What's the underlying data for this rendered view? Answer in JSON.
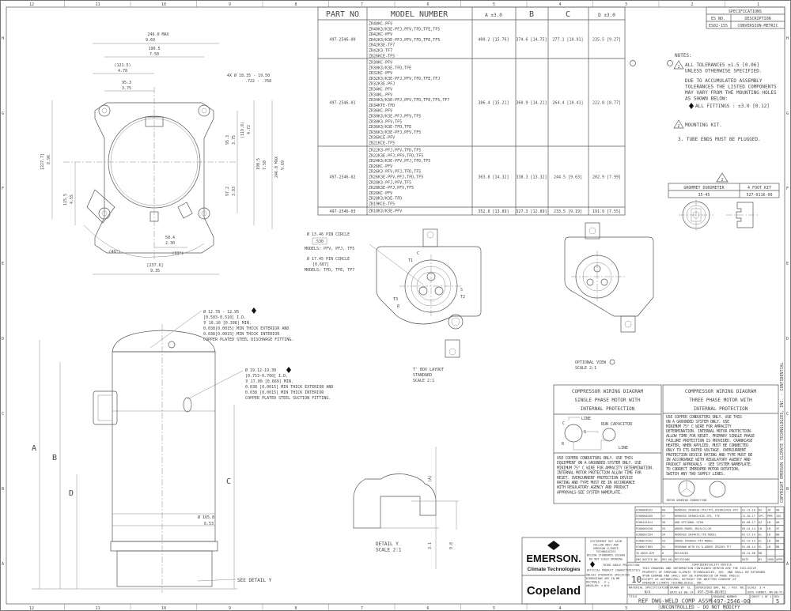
{
  "frame": {
    "columns": [
      "12",
      "11",
      "10",
      "9",
      "8",
      "7",
      "6",
      "5",
      "4",
      "3",
      "2",
      "1"
    ],
    "rows": [
      "H",
      "G",
      "F",
      "E",
      "D",
      "C",
      "B",
      "A"
    ],
    "side_text": "COPYRIGHT EMERSON CLIMATE TECHNOLOGIES, INC. - CONFIDENTIAL",
    "footer": "UNCONTROLLED - DO NOT MODIFY"
  },
  "model_table": {
    "headers": [
      "PART NO",
      "MODEL NUMBER",
      "A ±3.0",
      "B",
      "C",
      "D ±3.0"
    ],
    "rows": [
      {
        "part": "497-2546-00",
        "models": [
          "ZR40KC-PFV",
          "ZR40K3/K3E-PFJ,PFV,TFD,TFE,TF5",
          "ZR42KC-PFV",
          "ZR42K3/K3E-PFJ,PFV,TFD,TFE,TF5",
          "ZR42K3E-TF7",
          "ZR42K3-TF7",
          "ZB26KCE-TF5"
        ],
        "a": "400.2 [15.76]",
        "b": "374.6 [14.75]",
        "c": "277.1 [10.91]",
        "d": "235.5 [9.27]"
      },
      {
        "part": "497-2546-01",
        "models": [
          "ZR30KC-PFV",
          "ZR30K3/K3E-TFD,TFE",
          "ZR32KC-PFV",
          "ZR32K3/K3E-PFJ,PFV,TFD,TFE,TFJ",
          "ZR32K3E-PFJ",
          "ZR34KC-PFV",
          "ZR34KL-PFV",
          "ZR34K3/K3E-PFJ,PFV,TFD,TFE,TF5,TF7",
          "ZR34KTE-TFD",
          "ZR36KC-PFV",
          "ZR30K3/K3E-PFJ,PFV,TF5",
          "ZR30K3-PFV,TF5",
          "ZR36K3/K3E-TFD,TFE",
          "ZR36K3/K3E-PFJ,PFV,TF5",
          "ZR36KCE-PFV",
          "ZB21KCE-TF5"
        ],
        "a": "386.4 [15.21]",
        "b": "360.9 [14.21]",
        "c": "264.4 [10.41]",
        "d": "222.8 [8.77]"
      },
      {
        "part": "497-2546-02",
        "models": [
          "ZR22K3-PFJ,PFV,TFD,TF5",
          "ZR22K3E-PFJ,PFV,TFD,TF5",
          "ZR24K3/K3E-PFV,PFJ,TFD,TF5",
          "ZR26KC-PFV",
          "ZR26K3-PFV,PFJ,TFD,TF5",
          "ZR26K3E-PFV,PFJ,TFD,TF5",
          "ZR28K3-PFJ,PFV,TF5",
          "ZR28K3E-PFJ,PFV,TF5",
          "ZR28KC-PFV",
          "ZR28K3/K3E-TFD",
          "ZB19KCE-TF5"
        ],
        "a": "363.8 [14.32]",
        "b": "338.3 [13.32]",
        "c": "244.5 [9.63]",
        "d": "202.9 [7.99]"
      },
      {
        "part": "497-2546-03",
        "models": [
          "ZR18K3/K3E-PFV"
        ],
        "a": "352.8 [13.89]",
        "b": "327.3 [12.89]",
        "c": "233.5 [9.19]",
        "d": "191.9 [7.55]"
      }
    ]
  },
  "specs": {
    "title": "SPECIFICATIONS",
    "col1": "ES NO.",
    "col2": "DESCRIPTION",
    "es_no": "ES02-155",
    "description": "CONVERSION-METRIC"
  },
  "notes": {
    "title": "NOTES:",
    "n1": [
      "ALL TOLERANCES ±1.5 [0.06]",
      "UNLESS OTHERWISE SPECIFIED."
    ],
    "n1b": [
      "DUE TO ACCUMULATED ASSEMBLY",
      "TOLERANCES THE LISTED COMPONENTS",
      "MAY VARY FROM THE MOUNTING HOLES",
      "AS SHOWN BELOW:"
    ],
    "fittings": "ALL FITTINGS  :  ±3.0 [0.12]",
    "n2": "MOUNTING KIT.",
    "n3": "3. TUBE ENDS MUST BE PLUGGED.",
    "tri1": "1",
    "tri2": "2"
  },
  "grommet": {
    "h1": "GROMMET DUROMETER",
    "h2": "4 FOOT KIT",
    "v1": "35-45",
    "v2": "527-0116-00"
  },
  "top_view": {
    "dims": [
      "246.0  MAX",
      "9.69",
      "190.5",
      "7.50",
      "(121.5)",
      "4.78",
      "95.3",
      "3.75",
      "4X  Ø 18.35 - 19.50",
      ".722 - .768",
      "[227.7]",
      "8.96",
      "115.5",
      "4.55",
      "95.3",
      "3.75",
      "(119.8)",
      "4.72",
      "97.2",
      "3.83",
      "190.5",
      "7.50",
      "246.0  MAX",
      "9.69",
      "58.4",
      "2.30",
      "(49°)",
      "(31°)",
      "[237.6]",
      "9.35"
    ]
  },
  "fittings": {
    "discharge": [
      "Ø 12.78 - 12.95",
      "[0.503-0.510] I.D.",
      "⊽ 10.10 [0.398] MIN.",
      "0.038[0.0015] MIN THICK EXTERIOR AND",
      "0.038[0.0015] MIN THICK INTERIOR",
      "COPPER PLATED STEEL DISCHARGE FITTING."
    ],
    "suction": [
      "Ø 19.12-19.30",
      "[0.753-0.760] I.D.",
      "⊽ 17.00 [0.669] MIN.",
      "0.038 [0.0015] MIN THICK EXTERIOR AND",
      "0.038 [0.0015] MIN THICK INTERIOR",
      "COPPER PLATED STEEL SUCTION FITTING."
    ]
  },
  "side_view": {
    "a": "A",
    "b": "B",
    "c": "C",
    "d": "D",
    "base_dim": "Ø 165.8",
    "base_dim_in": "6.53",
    "see_detail": "SEE DETAIL  Y"
  },
  "tbox": {
    "pin1": [
      "Ø 13.46  PIN CIRCLE",
      ".530",
      "MODELS: PFV, PFJ, TF5"
    ],
    "pin2": [
      "Ø 17.45  PIN CIRCLE",
      "[0.687]",
      "MODELS: TFD, TFE, TF7"
    ],
    "terminals": [
      "T1",
      "C",
      "S",
      "T2",
      "T3",
      "R"
    ],
    "caption": [
      "T' BOX LAYOUT",
      "STANDARD",
      "SCALE  2:1"
    ],
    "optional": [
      "OPTIONAL VIEW",
      "SCALE 2:1"
    ]
  },
  "detail_y": {
    "a": "(A)",
    "caption": [
      "DETAIL  Y",
      "SCALE 2:1"
    ],
    "d1": "3.1",
    "d2": "9.8"
  },
  "wiring_single": {
    "title": [
      "COMPRESSOR WIRING DIAGRAM",
      "SINGLE PHASE MOTOR WITH",
      "INTERNAL PROTECTION"
    ],
    "line1": "LINE",
    "cap": "RUN CAPACITOR",
    "line2": "LINE",
    "c": "C",
    "s": "S",
    "r": "R",
    "text": [
      "USE COPPER CONDUCTORS ONLY.  USE THIS",
      "EQUIPMENT ON A GROUNDED SYSTEM ONLY. USE",
      "MINIMUM 75° C WIRE FOR AMPACITY DETERMINATION.",
      "INTERNAL MOTOR PROTECTION ALLOW TIME FOR",
      "RESET.  OVERCURRENT PROTECTION DEVICE",
      "RATING AND TYPE MUST BE IN ACCORDANCE",
      "WITH REGULATORY AGENCY AND PRODUCT",
      "APPROVALS-SEE SYSTEM NAMEPLATE."
    ]
  },
  "wiring_three": {
    "title": [
      "COMPRESSOR WIRING DIAGRAM",
      "THREE PHASE MOTOR WITH",
      "INTERNAL PROTECTION"
    ],
    "text": [
      "USE COPPER CONDUCTORS ONLY.  USE THIS",
      "ON A GROUNDED SYSTEM ONLY.  USE",
      "MINIMUM 75° C WIRE FOR AMPACITY",
      "DETERMINATION.  INTERNAL MOTOR PROTECTION-",
      "ALLOW TIME FOR RESET.  PRIMARY SINGLE PHASE",
      "FAILURE PROTECTION IS PROVIDED.  CRANKCASE",
      "HEATER, WHEN APPLIED, MUST BE CONNECTED",
      "ONLY TO ITS RATED VOLTAGE.  OVERCURRENT",
      "PROTECTION DEVICE RATING AND TYPE MUST BE",
      "IN ACCORDANCE WITH REGULATORY AGENCY AND",
      "PRODUCT APPROVALS - SEE SYSTEM NAMEPLATE.",
      "TO CORRECT IMPROPER MOTOR ROTATION,",
      "SWITCH ANY TWO SUPPLY LINES."
    ],
    "motor_label": "MOTOR WINDING CONNECTION"
  },
  "revisions": {
    "rows": [
      [
        "ECN0088162",
        "60",
        "REMOVED ZR36K3E-PFV/TF5,ZR26K3/K3E-PFV",
        "01-13-18",
        "RZ",
        "JH",
        "AB"
      ],
      [
        "ECN0086209",
        "57",
        "REMOVED ZR30K3/K3E-TFD, TFE",
        "11-30-17",
        "SPC",
        "PRM",
        "JAS"
      ],
      [
        "ECN0101014",
        "56",
        "ADD OPTIONAL VIEW",
        "02-08-17",
        "AZ",
        "LB",
        "AB"
      ],
      [
        "ECN0069250",
        "55",
        "ADDED MODEL ZB19/21/26",
        "03-24-14",
        "LB",
        "LB",
        "VE"
      ],
      [
        "ECN0067394",
        "54",
        "REMOVED ZR34KTE-TFD MODEL",
        "01-17-14",
        "EL",
        "LB",
        "BB"
      ],
      [
        "ECN0074182",
        "53",
        "ADDED ZR36KCE-PFV MODEL",
        "01-13-14",
        "EL",
        "LB",
        "BB"
      ],
      [
        "ECN0077803",
        "52",
        "REDRAWN WITH KX & ADDED ZR42K3-TF7",
        "01-08-14",
        "EL",
        "LB",
        "BB"
      ],
      [
        "32-0003-029",
        "0",
        "RELEASED",
        "03-24-08",
        "RB",
        "",
        ""
      ]
    ],
    "headers": [
      "ENG NOTICE NO.",
      "REV.NO.",
      "REVISIONS",
      "DATE",
      "BY",
      "CHKD",
      "APPR"
    ]
  },
  "title_block": {
    "brand": "EMERSON.",
    "brand_sub": "Climate Technologies",
    "brand2": "Copeland",
    "std": [
      "SYSTEMPREF REF ASSM",
      "FOLLOW ANSI AND",
      "EMERSON CLIMATE",
      "TECHNOLOGIES",
      "DESIGN STANDARDS DS2000"
    ],
    "no_scale": "DO NOT SCALE DRAWING",
    "crit": "OFFICIAL PRODUCT CHARACTERISTICS",
    "third": "THIRD ANGLE PROJECTION",
    "tol": [
      "UNLESS OTHERWISE SPECIFIED",
      "DIMENSIONS ARE IN MM",
      "DECIMALS: .X ±",
      "ANGULAR: ± N/A"
    ],
    "conf_title": "CONFIDENTIALITY NOTICE",
    "conf_num": "10",
    "conf": [
      "THIS DRAWING AND INFORMATION CONTAINED HEREIN ARE THE EXCLUSIVE",
      "PROPERTY OF EMERSON CLIMATE TECHNOLOGIES, INC. AND SHALL BE RETURNED",
      "UPON DEMAND AND SHALL NOT BE REPRODUCED OR MADE PUBLIC",
      "EXCEPT AS AUTHORIZED, WITHOUT THE WRITTEN CONSENT OF",
      "EMERSON CLIMATE TECHNOLOGIES, INC."
    ],
    "material_label": "MATERIAL SPECIFICATION",
    "material": "N/A",
    "drawn_label": "DRAWN BY",
    "drawn": "EL",
    "date_label": "DATE",
    "date": "01-08-14",
    "supersedes_label": "SUPERSEDES DWG. NO. / REV. NO.",
    "supersedes": "497-2546-00/051",
    "scale_label": "SCALE",
    "scale": "3:4",
    "date_format": "DATE FORMAT: MM-DD-YY",
    "title_label": "TITLE",
    "title": "REF DWG-WELD COMP ASSM",
    "dwg_label": "DRAWING NUMBER",
    "dwg": "497-2546-00",
    "sheet": "SHEET 1 OF 1",
    "rev_label": "REV",
    "rev": "5"
  }
}
